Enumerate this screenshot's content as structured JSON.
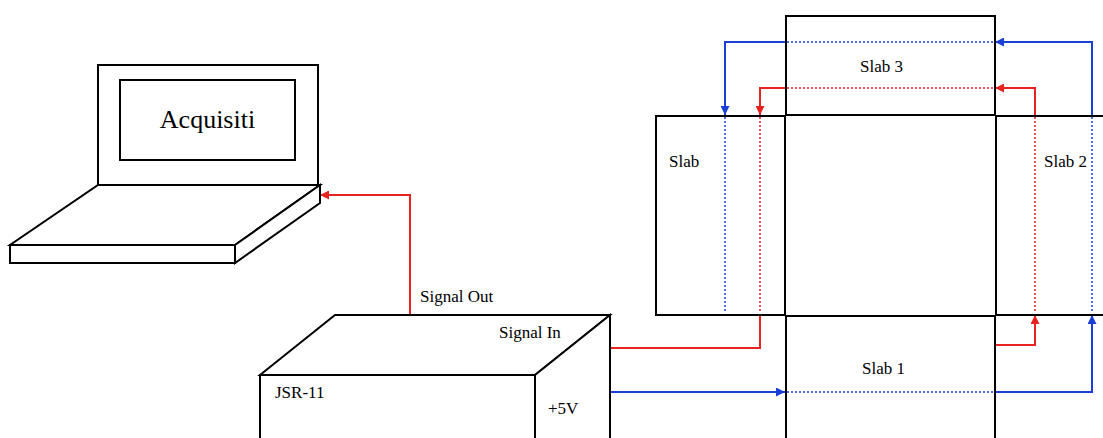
{
  "diagram": {
    "nodes": [
      {
        "text": [
          "Acquisiti"
        ]
      },
      {
        "text": [
          "Slab 3"
        ]
      },
      {
        "text": [
          "Slab"
        ]
      },
      {
        "text": [
          "Slab 2"
        ]
      },
      {
        "text": [
          "JSR-11"
        ]
      },
      {
        "text": [
          "Slab 1"
        ]
      }
    ],
    "edges": [
      {
        "from": 4,
        "to": 0,
        "arrow": "to",
        "label": "Signal Out"
      },
      {
        "from": 2,
        "to": 4,
        "arrow": "to",
        "label": "Signal In"
      },
      {
        "from": 4,
        "to": 5,
        "arrow": "to",
        "label": "+5V"
      },
      {
        "from": 5,
        "to": 3,
        "arrow": "to"
      },
      {
        "from": 3,
        "to": 1,
        "arrow": "to"
      },
      {
        "from": 1,
        "to": 2,
        "arrow": "to"
      },
      {
        "from": 5,
        "to": 3,
        "arrow": "to"
      },
      {
        "from": 3,
        "to": 1,
        "arrow": "to"
      },
      {
        "from": 1,
        "to": 2,
        "arrow": "to"
      }
    ]
  }
}
